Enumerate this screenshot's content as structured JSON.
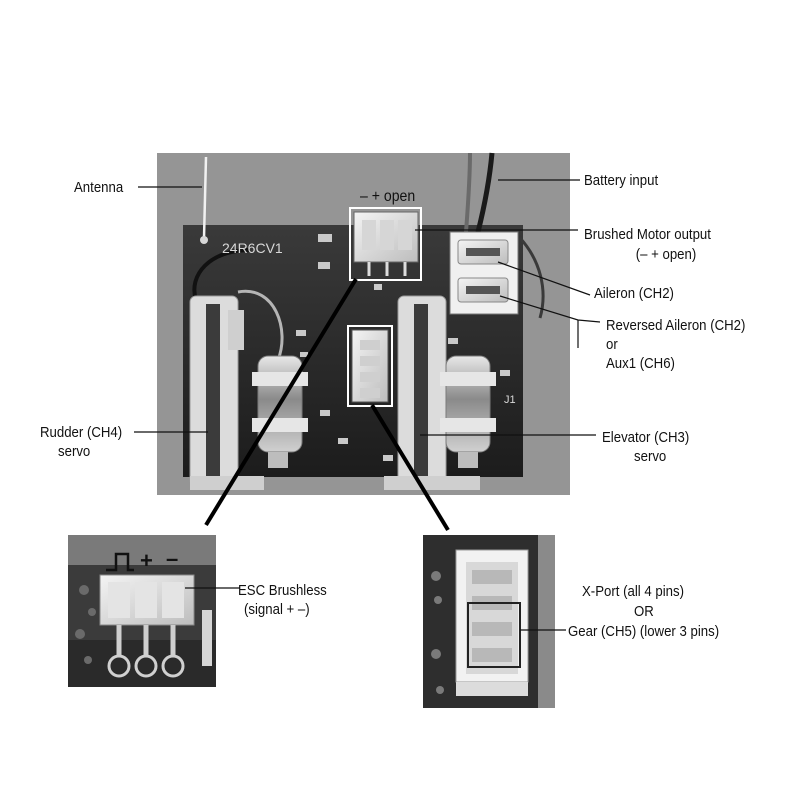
{
  "labels": {
    "antenna": "Antenna",
    "battery_input": "Battery input",
    "connector_polarity": "–  +  open",
    "brushed_motor_line1": "Brushed Motor output",
    "brushed_motor_line2": "(– + open)",
    "aileron": "Aileron (CH2)",
    "reversed_aileron_line1": "Reversed Aileron (CH2)",
    "reversed_aileron_line2": "or",
    "reversed_aileron_line3": "Aux1 (CH6)",
    "rudder_line1": "Rudder (CH4)",
    "rudder_line2": "servo",
    "elevator_line1": "Elevator (CH3)",
    "elevator_line2": "servo",
    "esc_line1": "ESC Brushless",
    "esc_line2": "(signal + –)",
    "xport_line1": "X-Port (all 4 pins)",
    "xport_line2": "OR",
    "xport_line3": "Gear (CH5) (lower 3 pins)"
  },
  "board": {
    "model_marking": "24R6CV1",
    "corner_marking": "J1"
  },
  "esc_pin_marks": {
    "plus": "+",
    "minus": "–"
  }
}
